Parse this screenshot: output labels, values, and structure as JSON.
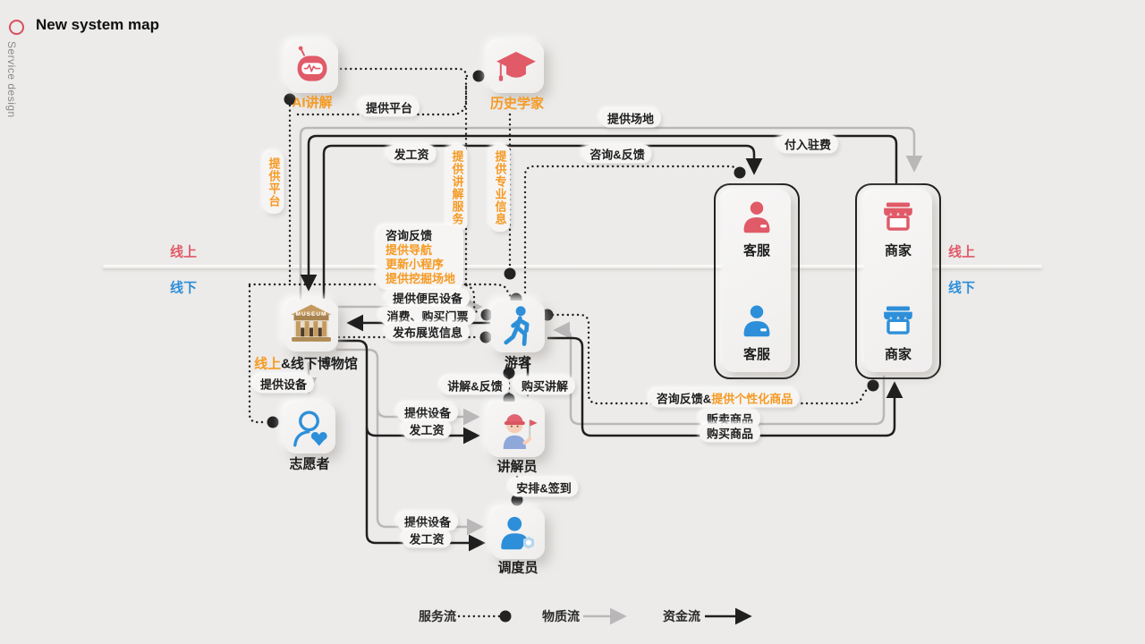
{
  "header": {
    "title": "New system map",
    "side_label": "Service design"
  },
  "zones": {
    "online": "线上",
    "offline": "线下"
  },
  "nodes": {
    "ai": {
      "label": "AI讲解"
    },
    "historian": {
      "label": "历史学家"
    },
    "cs_online": {
      "label": "客服"
    },
    "merchant_online": {
      "label": "商家"
    },
    "cs_offline": {
      "label": "客服"
    },
    "merchant_offline": {
      "label": "商家"
    },
    "museum": {
      "label_online": "线上",
      "label_rest": "&线下博物馆",
      "icon_text": "MUSEUM"
    },
    "tourist": {
      "label": "游客"
    },
    "volunteer": {
      "label": "志愿者"
    },
    "guide": {
      "label": "讲解员"
    },
    "dispatcher": {
      "label": "调度员"
    }
  },
  "edge_labels": {
    "platform_h": "提供平台",
    "platform_v": "提供平台",
    "pay_salary_cs": "发工资",
    "explain_service_v": "提供讲解服务",
    "professional_info_v": "提供专业信息",
    "provide_venue": "提供场地",
    "entry_fee": "付入驻费",
    "consult_feedback_cs": "咨询&反馈",
    "museum_services": [
      "咨询反馈",
      "提供导航",
      "更新小程序",
      "提供挖掘场地"
    ],
    "convenience_equipment": "提供便民设备",
    "consume_tickets": "消费、购买门票",
    "exhibition_info": "发布展览信息",
    "equip_volunteer": "提供设备",
    "explain_feedback": "讲解&反馈",
    "buy_explanation": "购买讲解",
    "equip_guide": "提供设备",
    "salary_guide": "发工资",
    "feedback_black": "咨询反馈&",
    "feedback_orange": "提供个性化商品",
    "sell_goods": "贩卖商品",
    "buy_goods": "购买商品",
    "arrange_checkin": "安排&签到",
    "equip_dispatcher": "提供设备",
    "salary_dispatcher": "发工资"
  },
  "legend": {
    "service": "服务流",
    "material": "物质流",
    "capital": "资金流"
  },
  "colors": {
    "red": "#E05A68",
    "orange": "#F59A23",
    "blue": "#2D8FD9",
    "gray_line": "#B9B7B7",
    "black_line": "#1F1F1F",
    "background": "#ECEBEA"
  }
}
